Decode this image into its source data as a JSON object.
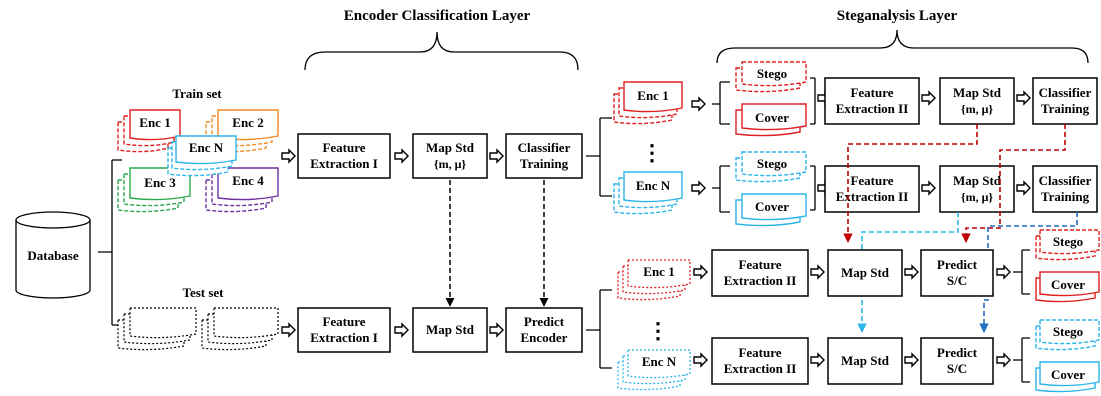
{
  "headers": {
    "encoder_layer": "Encoder Classification Layer",
    "steganalysis_layer": "Steganalysis Layer"
  },
  "database": "Database",
  "train_set": "Train set",
  "test_set": "Test set",
  "encoders": {
    "enc1": "Enc 1",
    "enc2": "Enc 2",
    "encN": "Enc N",
    "enc3": "Enc 3",
    "enc4": "Enc 4"
  },
  "encoder_train": {
    "feature": [
      "Feature",
      "Extraction I"
    ],
    "mapstd": [
      "Map Std",
      "{m, μ}"
    ],
    "classifier": [
      "Classifier",
      "Training"
    ]
  },
  "encoder_test": {
    "feature": [
      "Feature",
      "Extraction I"
    ],
    "mapstd": "Map Std",
    "predict": [
      "Predict",
      "Encoder"
    ]
  },
  "steg_train": {
    "enc1": "Enc 1",
    "encN": "Enc N",
    "ellipsis": "⋮",
    "stego": "Stego",
    "cover": "Cover",
    "feature": [
      "Feature",
      "Extraction II"
    ],
    "mapstd": [
      "Map Std",
      "{m, μ}"
    ],
    "classifier": [
      "Classifier",
      "Training"
    ]
  },
  "steg_test": {
    "enc1": "Enc 1",
    "encN": "Enc N",
    "ellipsis": "⋮",
    "feature": [
      "Feature",
      "Extraction II"
    ],
    "mapstd": "Map Std",
    "predict": [
      "Predict",
      "S/C"
    ],
    "stego": "Stego",
    "cover": "Cover"
  },
  "colors": {
    "red": "#e02020",
    "orange": "#f08a24",
    "cyan": "#2cb5e8",
    "green": "#2aa84a",
    "purple": "#7030a0",
    "dark_red": "#c00000",
    "blue": "#1f6fc5"
  }
}
